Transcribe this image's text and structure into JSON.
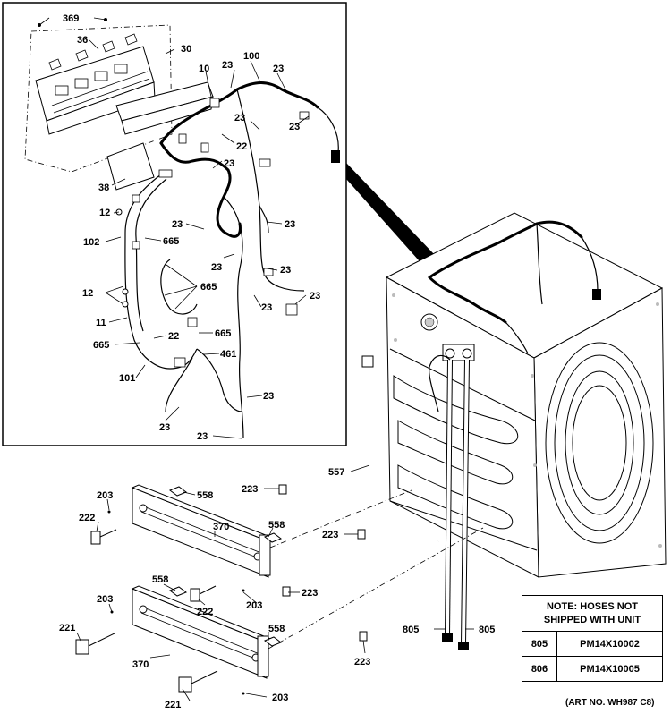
{
  "callouts": {
    "c369": "369",
    "c36": "36",
    "c30": "30",
    "c10": "10",
    "c23_a": "23",
    "c100": "100",
    "c23_b": "23",
    "c23_c": "23",
    "c23_d": "23",
    "c22_a": "22",
    "c23_e": "23",
    "c38": "38",
    "c12_a": "12",
    "c23_f": "23",
    "c23_g": "23",
    "c102": "102",
    "c665_a": "665",
    "c23_h": "23",
    "c23_i": "23",
    "c12_b": "12",
    "c665_b": "665",
    "c23_j": "23",
    "c11": "11",
    "c23_k": "23",
    "c665_c": "665",
    "c22_b": "22",
    "c665_d": "665",
    "c461": "461",
    "c101": "101",
    "c23_l": "23",
    "c23_m": "23",
    "c23_n": "23",
    "c557": "557",
    "c203_a": "203",
    "c558_a": "558",
    "c223_a": "223",
    "c222_a": "222",
    "c370_a": "370",
    "c558_b": "558",
    "c223_b": "223",
    "c558_c": "558",
    "c203_b": "203",
    "c223_c": "223",
    "c222_b": "222",
    "c203_c": "203",
    "c221_a": "221",
    "c558_d": "558",
    "c370_b": "370",
    "c805_a": "805",
    "c805_b": "805",
    "c223_d": "223",
    "c221_b": "221",
    "c203_d": "203"
  },
  "note": {
    "line1": "NOTE: HOSES NOT",
    "line2": "SHIPPED WITH UNIT",
    "rows": [
      {
        "code": "805",
        "part": "PM14X10002"
      },
      {
        "code": "806",
        "part": "PM14X10005"
      }
    ]
  },
  "art_no": "(ART NO. WH987 C8)"
}
